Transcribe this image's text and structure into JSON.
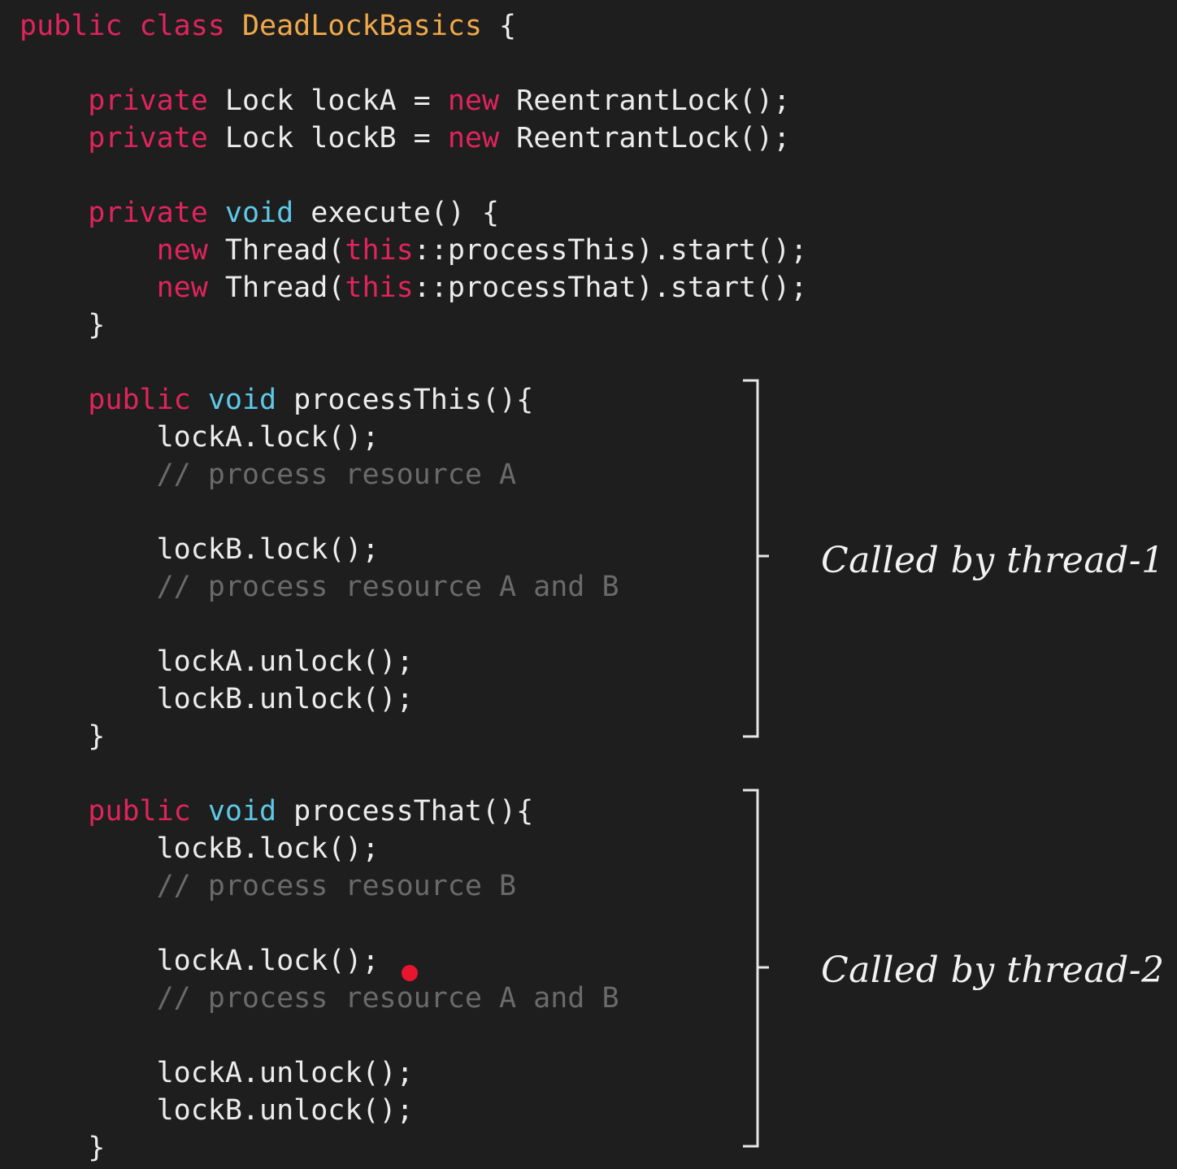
{
  "colors": {
    "background": "#1e1e1e",
    "keyword": "#e0245e",
    "type": "#5ec8e8",
    "class_name": "#f0a94a",
    "text": "#ececec",
    "comment": "#6a6a6a",
    "cursor_dot": "#e8152f"
  },
  "code_lines": [
    [
      [
        "kw",
        "public class "
      ],
      [
        "cls",
        "DeadLockBasics"
      ],
      [
        "txt",
        " {"
      ]
    ],
    [],
    [
      [
        "txt",
        "    "
      ],
      [
        "kw",
        "private"
      ],
      [
        "txt",
        " Lock lockA = "
      ],
      [
        "kw",
        "new"
      ],
      [
        "txt",
        " ReentrantLock();"
      ]
    ],
    [
      [
        "txt",
        "    "
      ],
      [
        "kw",
        "private"
      ],
      [
        "txt",
        " Lock lockB = "
      ],
      [
        "kw",
        "new"
      ],
      [
        "txt",
        " ReentrantLock();"
      ]
    ],
    [],
    [
      [
        "txt",
        "    "
      ],
      [
        "kw",
        "private"
      ],
      [
        "txt",
        " "
      ],
      [
        "type",
        "void"
      ],
      [
        "txt",
        " execute() {"
      ]
    ],
    [
      [
        "txt",
        "        "
      ],
      [
        "kw",
        "new"
      ],
      [
        "txt",
        " Thread("
      ],
      [
        "kw",
        "this"
      ],
      [
        "txt",
        "::processThis).start();"
      ]
    ],
    [
      [
        "txt",
        "        "
      ],
      [
        "kw",
        "new"
      ],
      [
        "txt",
        " Thread("
      ],
      [
        "kw",
        "this"
      ],
      [
        "txt",
        "::processThat).start();"
      ]
    ],
    [
      [
        "txt",
        "    }"
      ]
    ],
    [],
    [
      [
        "txt",
        "    "
      ],
      [
        "kw",
        "public"
      ],
      [
        "txt",
        " "
      ],
      [
        "type",
        "void"
      ],
      [
        "txt",
        " processThis(){"
      ]
    ],
    [
      [
        "txt",
        "        lockA.lock();"
      ]
    ],
    [
      [
        "txt",
        "        "
      ],
      [
        "cmt",
        "// process resource A"
      ]
    ],
    [],
    [
      [
        "txt",
        "        lockB.lock();"
      ]
    ],
    [
      [
        "txt",
        "        "
      ],
      [
        "cmt",
        "// process resource A and B"
      ]
    ],
    [],
    [
      [
        "txt",
        "        lockA.unlock();"
      ]
    ],
    [
      [
        "txt",
        "        lockB.unlock();"
      ]
    ],
    [
      [
        "txt",
        "    }"
      ]
    ],
    [],
    [
      [
        "txt",
        "    "
      ],
      [
        "kw",
        "public"
      ],
      [
        "txt",
        " "
      ],
      [
        "type",
        "void"
      ],
      [
        "txt",
        " processThat(){"
      ]
    ],
    [
      [
        "txt",
        "        lockB.lock();"
      ]
    ],
    [
      [
        "txt",
        "        "
      ],
      [
        "cmt",
        "// process resource B"
      ]
    ],
    [],
    [
      [
        "txt",
        "        lockA.lock();"
      ]
    ],
    [
      [
        "txt",
        "        "
      ],
      [
        "cmt",
        "// process resource A and B"
      ]
    ],
    [],
    [
      [
        "txt",
        "        lockA.unlock();"
      ]
    ],
    [
      [
        "txt",
        "        lockB.unlock();"
      ]
    ],
    [
      [
        "txt",
        "    }"
      ]
    ]
  ],
  "annotations": {
    "thread_1": "Called by thread-1",
    "thread_2": "Called by thread-2"
  }
}
